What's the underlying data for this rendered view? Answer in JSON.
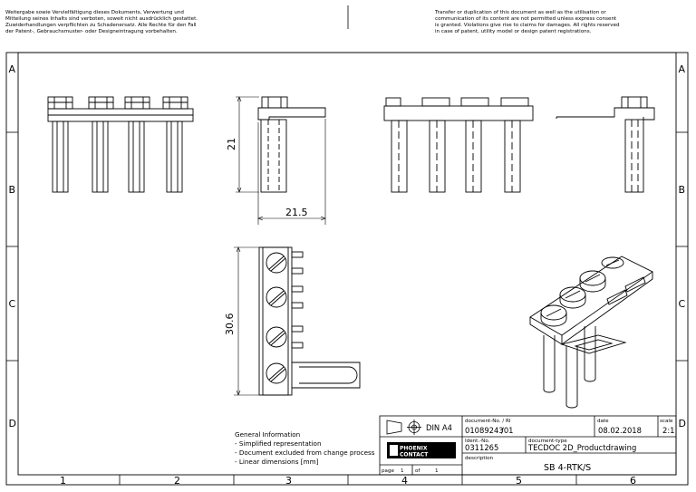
{
  "notice": {
    "de": [
      "Weitergabe sowie Vervielfältigung dieses Dokuments, Verwertung und",
      "Mitteilung seines Inhalts sind verboten, soweit nicht ausdrücklich gestattet.",
      "Zuwiderhandlungen verpflichten zu Schadenersatz. Alle Rechte für den Fall",
      "der Patent-, Gebrauchsmuster- oder Designeintragung vorbehalten."
    ],
    "en": [
      "Transfer or duplication of this document as well as the utilisation or",
      "communication of its content are not permitted unless express consent",
      "is granted. Violations give rise to claims for damages. All rights reserved",
      "in case of patent, utility model or design patent registrations."
    ]
  },
  "grid": {
    "rows": [
      "A",
      "B",
      "C",
      "D"
    ],
    "cols": [
      "1",
      "2",
      "3",
      "4",
      "5",
      "6"
    ]
  },
  "dimensions": {
    "height": "21",
    "width": "21.5",
    "length": "30.6"
  },
  "general_info": {
    "heading": "General Information",
    "items": [
      "- Simplified representation",
      "- Document excluded from change process",
      "- Linear dimensions [mm]"
    ]
  },
  "title_block": {
    "format": "DIN A4",
    "logo_line1": "PHOENIX",
    "logo_line2": "CONTACT",
    "page_label": "page",
    "page_value": "1",
    "of_label": "of",
    "of_value": "1",
    "document_no_label": "document-No. / RI",
    "document_no": "01089243",
    "revision": "/01",
    "date_label": "date",
    "date": "08.02.2018",
    "scale_label": "scale",
    "scale": "2:1",
    "ident_label": "Ident.-No.",
    "ident_no": "0311265",
    "doctype_label": "document-type",
    "doctype": "TECDOC 2D_Productdrawing",
    "description_label": "description",
    "description": "SB 4-RTK/S"
  }
}
